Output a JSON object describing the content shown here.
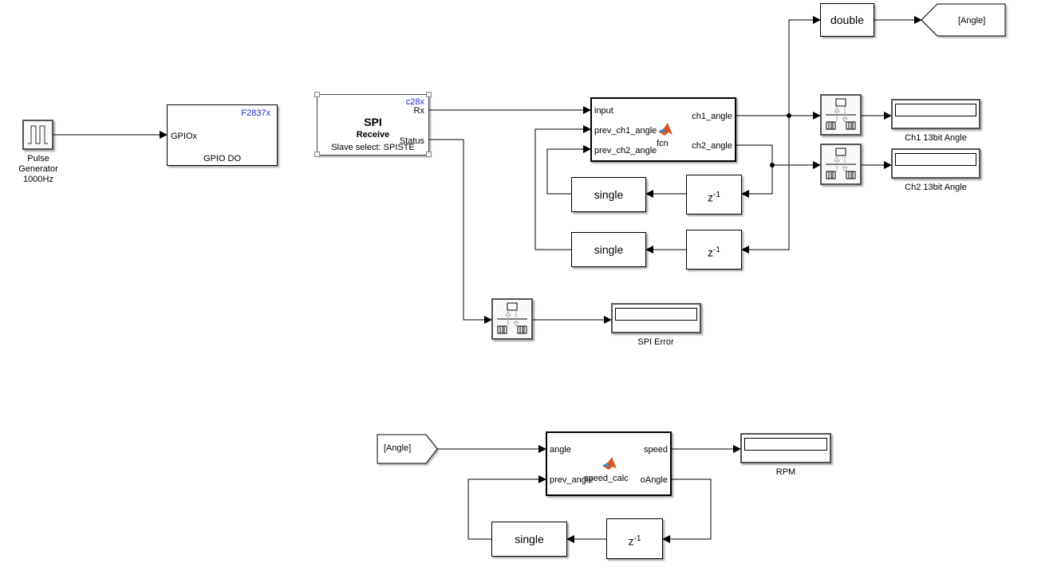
{
  "model": {
    "blocks": {
      "pulse_generator": {
        "label_lines": [
          "Pulse",
          "Generator",
          "1000Hz"
        ],
        "icon": "pulse-wave-icon"
      },
      "gpio_do": {
        "target": "F2837x",
        "input_port": "GPIOx",
        "label": "GPIO DO"
      },
      "spi_receive": {
        "target": "c28x",
        "title": "SPI",
        "subtitle": "Receive",
        "detail": "Slave select: SPISTE",
        "out_ports": [
          "Rx",
          "Status"
        ]
      },
      "fcn": {
        "name": "fcn",
        "in_ports": [
          "input",
          "prev_ch1_angle",
          "prev_ch2_angle"
        ],
        "out_ports": [
          "ch1_angle",
          "ch2_angle"
        ],
        "icon": "matlab-function-icon"
      },
      "convert_double": {
        "label": "double"
      },
      "goto_angle": {
        "tag": "[Angle]"
      },
      "rate_transition_ch1": {
        "icon": "rate-transition-icon"
      },
      "rate_transition_ch2": {
        "icon": "rate-transition-icon"
      },
      "rate_transition_spi": {
        "icon": "rate-transition-icon"
      },
      "display_ch1": {
        "label": "Ch1 13bit Angle"
      },
      "display_ch2": {
        "label": "Ch2 13bit Angle"
      },
      "display_spi_error": {
        "label": "SPI Error"
      },
      "convert_single_1": {
        "label": "single"
      },
      "convert_single_2": {
        "label": "single"
      },
      "delay_1": {
        "label_base": "z",
        "label_exp": "-1"
      },
      "delay_2": {
        "label_base": "z",
        "label_exp": "-1"
      },
      "from_angle": {
        "tag": "[Angle]"
      },
      "speed_calc": {
        "name": "speed_calc",
        "in_ports": [
          "angle",
          "prev_angle"
        ],
        "out_ports": [
          "speed",
          "oAngle"
        ],
        "icon": "matlab-function-icon"
      },
      "display_rpm": {
        "label": "RPM"
      },
      "convert_single_3": {
        "label": "single"
      },
      "delay_3": {
        "label_base": "z",
        "label_exp": "-1"
      }
    },
    "colors": {
      "line": "#000000",
      "target_tag": "#1f1fd6",
      "rt_arrow": "#aaaaaa",
      "matlab_orange": "#d9541e",
      "matlab_blue": "#2f8fd0"
    }
  }
}
